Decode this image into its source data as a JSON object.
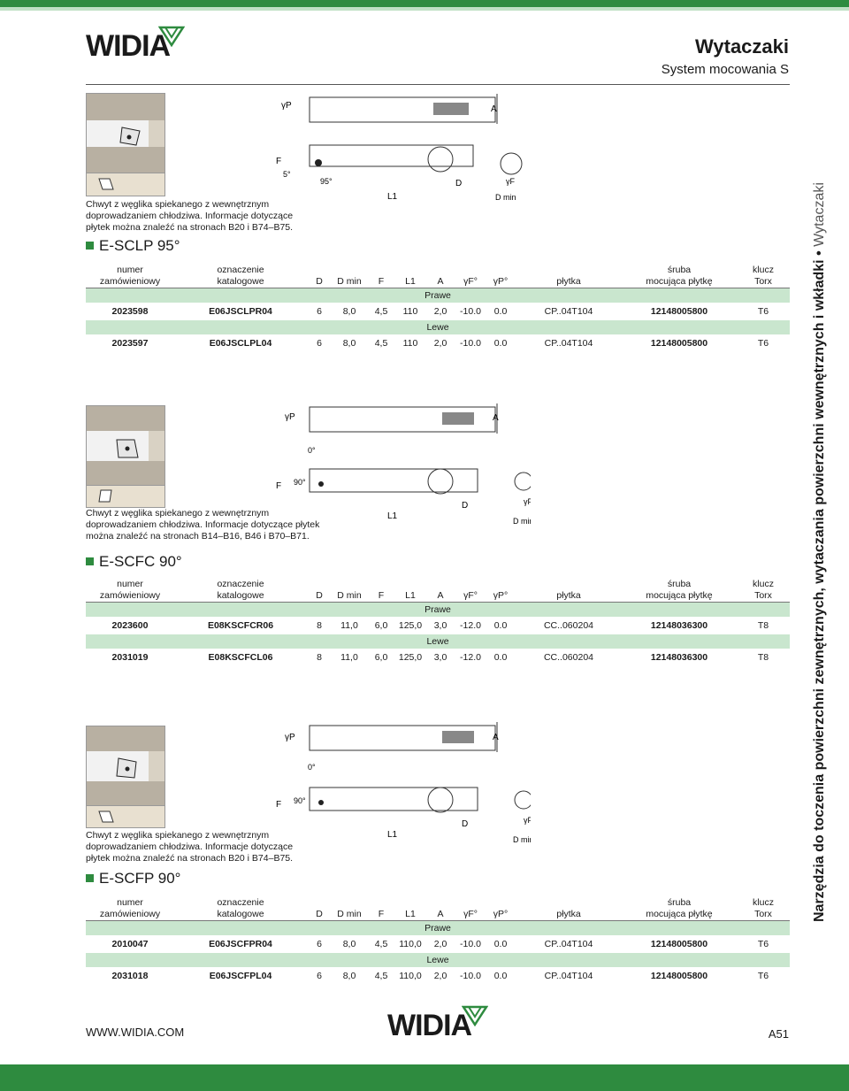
{
  "header": {
    "logo": "WIDIA",
    "title": "Wytaczaki",
    "subtitle": "System mocowania S"
  },
  "side_text": {
    "main": "Narzędzia do toczenia powierzchni zewnętrznych, wytaczania powierzchni wewnętrznych i wkładki",
    "separator": "•",
    "light": "Wytaczaki"
  },
  "colors": {
    "brand_green": "#2e8b3f",
    "row_green": "#c9e6ce"
  },
  "table_header": {
    "order1": "numer",
    "order2": "zamówieniowy",
    "cat1": "oznaczenie",
    "cat2": "katalogowe",
    "D": "D",
    "Dmin": "D min",
    "F": "F",
    "L1": "L1",
    "A": "A",
    "gF": "γF°",
    "gP": "γP°",
    "insert": "płytka",
    "screw1": "śruba",
    "screw2": "mocująca płytkę",
    "key1": "klucz",
    "key2": "Torx",
    "right": "Prawe",
    "left": "Lewe"
  },
  "drawing_labels": {
    "gP": "γP",
    "gF": "γF",
    "F": "F",
    "L1": "L1",
    "D": "D",
    "A": "A",
    "Dmin": "D min"
  },
  "sections": [
    {
      "title": "E-SCLP 95°",
      "description": "Chwyt z węglika spiekanego z wewnętrznym doprowadzaniem chłodziwa. Informacje dotyczące płytek można znaleźć na stronach B20 i B74–B75.",
      "angle_label": "95°",
      "angle2_label": "5°",
      "rows": [
        {
          "order": "2023598",
          "cat": "E06JSCLPR04",
          "D": "6",
          "Dmin": "8,0",
          "F": "4,5",
          "L1": "110",
          "A": "2,0",
          "gF": "-10.0",
          "gP": "0.0",
          "insert": "CP..04T104",
          "screw": "12148005800",
          "key": "T6"
        },
        {
          "order": "2023597",
          "cat": "E06JSCLPL04",
          "D": "6",
          "Dmin": "8,0",
          "F": "4,5",
          "L1": "110",
          "A": "2,0",
          "gF": "-10.0",
          "gP": "0.0",
          "insert": "CP..04T104",
          "screw": "12148005800",
          "key": "T6"
        }
      ]
    },
    {
      "title": "E-SCFC 90°",
      "description": "Chwyt z węglika spiekanego z wewnętrznym doprowadzaniem chłodziwa. Informacje dotyczące płytek można znaleźć na stronach B14–B16, B46 i B70–B71.",
      "angle_label": "90°",
      "angle2_label": "0°",
      "rows": [
        {
          "order": "2023600",
          "cat": "E08KSCFCR06",
          "D": "8",
          "Dmin": "11,0",
          "F": "6,0",
          "L1": "125,0",
          "A": "3,0",
          "gF": "-12.0",
          "gP": "0.0",
          "insert": "CC..060204",
          "screw": "12148036300",
          "key": "T8"
        },
        {
          "order": "2031019",
          "cat": "E08KSCFCL06",
          "D": "8",
          "Dmin": "11,0",
          "F": "6,0",
          "L1": "125,0",
          "A": "3,0",
          "gF": "-12.0",
          "gP": "0.0",
          "insert": "CC..060204",
          "screw": "12148036300",
          "key": "T8"
        }
      ]
    },
    {
      "title": "E-SCFP 90°",
      "description": "Chwyt z węglika spiekanego z wewnętrznym doprowadzaniem chłodziwa. Informacje dotyczące płytek można znaleźć na stronach B20 i B74–B75.",
      "angle_label": "90°",
      "angle2_label": "0°",
      "rows": [
        {
          "order": "2010047",
          "cat": "E06JSCFPR04",
          "D": "6",
          "Dmin": "8,0",
          "F": "4,5",
          "L1": "110,0",
          "A": "2,0",
          "gF": "-10.0",
          "gP": "0.0",
          "insert": "CP..04T104",
          "screw": "12148005800",
          "key": "T6"
        },
        {
          "order": "2031018",
          "cat": "E06JSCFPL04",
          "D": "6",
          "Dmin": "8,0",
          "F": "4,5",
          "L1": "110,0",
          "A": "2,0",
          "gF": "-10.0",
          "gP": "0.0",
          "insert": "CP..04T104",
          "screw": "12148005800",
          "key": "T6"
        }
      ]
    }
  ],
  "footer": {
    "url": "WWW.WIDIA.COM",
    "logo": "WIDIA",
    "page": "A51"
  }
}
